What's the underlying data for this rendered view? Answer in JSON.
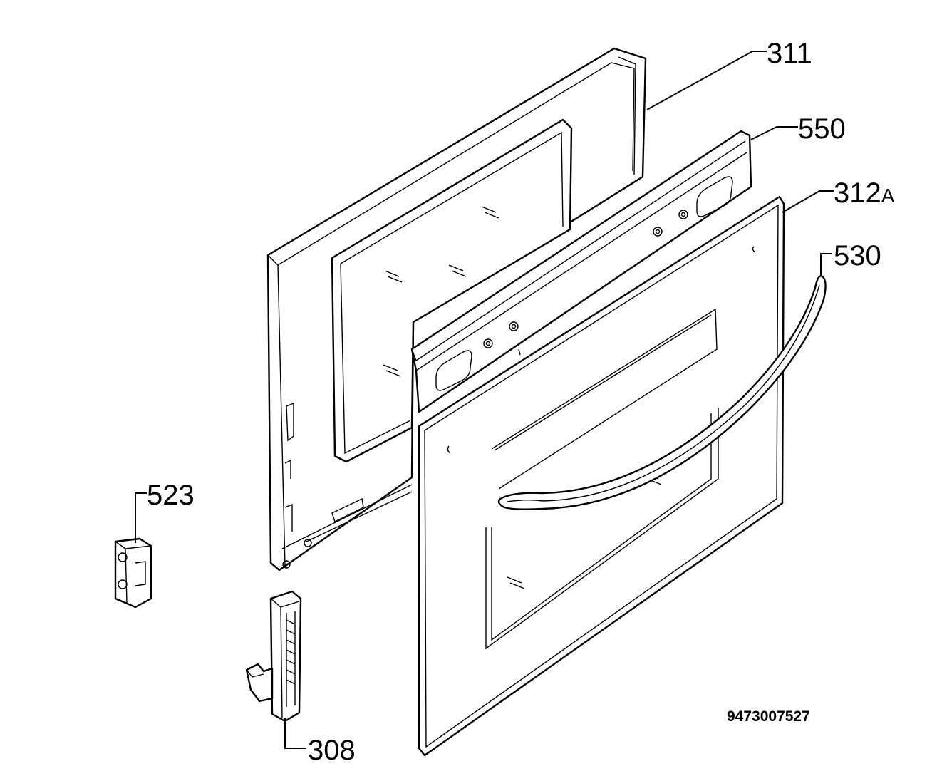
{
  "diagram": {
    "parts": [
      {
        "id": "311",
        "label": "311"
      },
      {
        "id": "550",
        "label": "550"
      },
      {
        "id": "312A",
        "label_num": "312",
        "label_suffix": "A"
      },
      {
        "id": "530",
        "label": "530"
      },
      {
        "id": "523",
        "label": "523"
      },
      {
        "id": "308",
        "label": "308"
      }
    ],
    "reference_number": "9473007527"
  }
}
